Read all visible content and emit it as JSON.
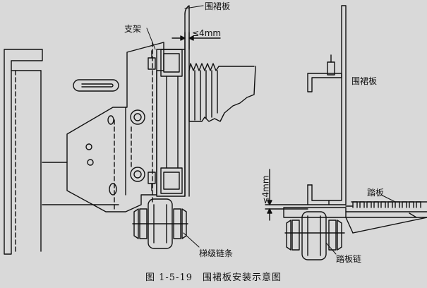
{
  "labels": {
    "skirt_left": "围裙板",
    "support": "支架",
    "gap_top": "≤4mm",
    "skirt_right": "围裙板",
    "gap_side": "≤4mm",
    "tread": "踏板",
    "step_chain": "梯级链条",
    "tread_chain": "踏板链"
  },
  "caption": "图 1-5-19　围裙板安装示意图",
  "colors": {
    "background": "#d9d9d9",
    "ink": "#111111"
  }
}
